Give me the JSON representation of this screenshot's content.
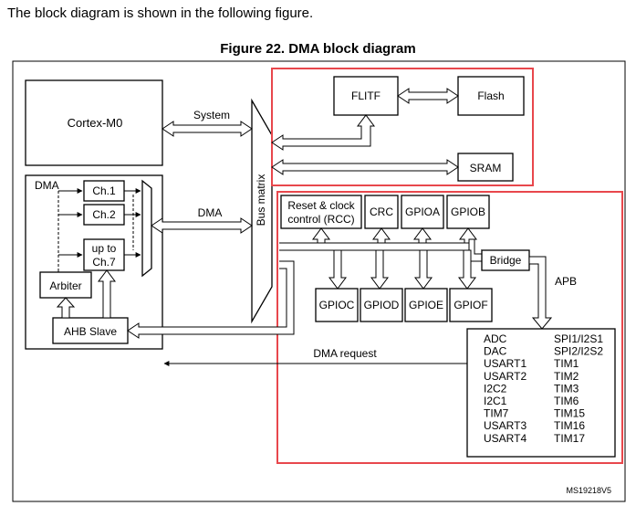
{
  "intro_text": "The block diagram is shown in the following figure.",
  "figure_caption": "Figure 22. DMA block diagram",
  "blocks": {
    "cortex": "Cortex-M0",
    "dma_group": "DMA",
    "ch1": "Ch.1",
    "ch2": "Ch.2",
    "ch7_line1": "up to",
    "ch7_line2": "Ch.7",
    "arbiter": "Arbiter",
    "ahb_slave": "AHB Slave",
    "bus_matrix": "Bus matrix",
    "flitf": "FLITF",
    "flash": "Flash",
    "sram": "SRAM",
    "rcc_line1": "Reset & clock",
    "rcc_line2": "control (RCC)",
    "crc": "CRC",
    "gpioa": "GPIOA",
    "gpiob": "GPIOB",
    "gpioc": "GPIOC",
    "gpiod": "GPIOD",
    "gpioe": "GPIOE",
    "gpiof": "GPIOF",
    "bridge": "Bridge"
  },
  "bus_labels": {
    "system": "System",
    "dma": "DMA",
    "apb": "APB",
    "dma_request": "DMA request"
  },
  "peripherals_left": [
    "ADC",
    "DAC",
    "USART1",
    "USART2",
    "I2C2",
    "I2C1",
    "TIM7",
    "USART3",
    "USART4"
  ],
  "peripherals_right": [
    "SPI1/I2S1",
    "SPI2/I2S2",
    "TIM1",
    "TIM2",
    "TIM3",
    "TIM6",
    "TIM15",
    "TIM16",
    "TIM17"
  ],
  "doc_id": "MS19218V5",
  "colors": {
    "highlight": "#e8474c",
    "line": "#000000"
  }
}
